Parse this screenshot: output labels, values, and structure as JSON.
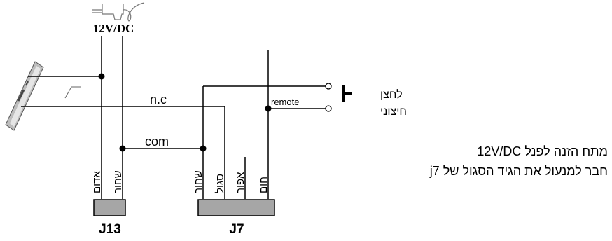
{
  "power_supply": {
    "label": "12V/DC",
    "icon": "power-adapter-icon"
  },
  "wires": {
    "nc": "n.c",
    "com": "com",
    "remote": "remote",
    "red": "אדום",
    "black_j13": "שחור",
    "black_j7": "שחור",
    "purple": "סגול",
    "gray": "אפור",
    "brown": "חום"
  },
  "button": {
    "line1": "לחצן",
    "line2": "חיצוני",
    "icon": "push-button-icon"
  },
  "connectors": {
    "j13": "J13",
    "j7": "J7"
  },
  "notes": {
    "line1": "מתח הזנה לפנל   12V/DC",
    "line2": "חבר למנעול את הגיד הסגול של  j7"
  },
  "colors": {
    "connector_fill": "#a6a6a6",
    "wire": "#000000"
  }
}
